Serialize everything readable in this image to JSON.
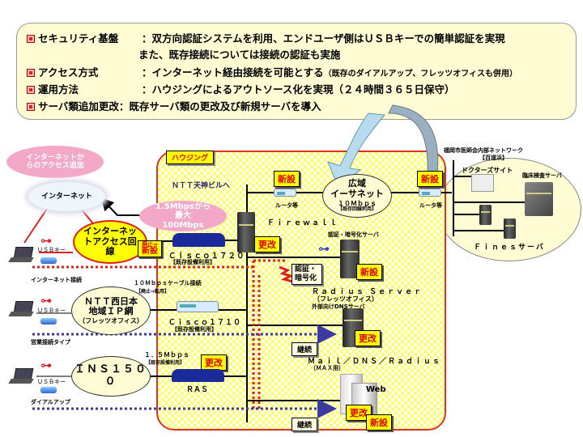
{
  "summary": {
    "lines": [
      {
        "label": "セキュリティ基盤",
        "text": "：双方向認証システムを利用、エンドユーザ側はＵＳＢキーでの簡単認証を実現"
      },
      {
        "label": "",
        "text": "また、既存接続については接続の認証も実施"
      },
      {
        "label": "アクセス方式",
        "text": "：インターネット経由接続を可能とする",
        "note": "（既存のダイアルアップ、フレッツオフィスも併用）"
      },
      {
        "label": "運用方法",
        "text": "：ハウジングによるアウトソース化を実現（２４時間３６５日保守）"
      },
      {
        "label": "サーバ類追加更改",
        "text": "：既存サーバ類の更改及び新規サーバを導入"
      }
    ]
  },
  "housing": {
    "label": "ハウジング",
    "ntt_tenjin": "ＮＴＴ天神ビルへ"
  },
  "internet": {
    "add_label": "インターネットからのアクセス追加",
    "cloud": "インターネット",
    "speed": "1.5Mbpsから最大100Mbps",
    "line": "インターネットアクセス回線",
    "line_badge_top": "廃止⇒",
    "line_badge": "新設"
  },
  "cisco1720": {
    "name": "Ｃｉｓｃｏ１７２０",
    "note": "【既存設備利用】"
  },
  "firewall": {
    "name": "Ｆｉｒｅｗａｌｌ",
    "badge": "更改"
  },
  "router_left": {
    "badge": "新設",
    "label": "ルータ等"
  },
  "wan": {
    "name1": "広域",
    "name2": "イーサネット",
    "speed": "１０Ｍｂｐｓ",
    "note": "【既存回線利用】"
  },
  "router_right": {
    "badge": "新設",
    "label": "ルータ等"
  },
  "auth_server": {
    "label": "認証・暗号化サーバ",
    "badge": "新設",
    "box": "認証・暗号化"
  },
  "radius": {
    "name": "Ｒａｄｉｕｓ Ｓｅｒｖｅｒ",
    "sub": "（フレッツオフィス）",
    "dns": "外部向けDNSサーバ",
    "badge": "更改",
    "box": "継続"
  },
  "mail": {
    "name": "Ｍａｉｌ／ＤＮＳ／Ｒａｄｉｕｓ",
    "sub": "（ＭＡＸ用）"
  },
  "web": {
    "name": "Web",
    "badge1": "更改",
    "badge2": "新設",
    "box": "継続"
  },
  "clients": {
    "usb_key": "ＵＳＢキー",
    "internet_conn": "インターネット接続",
    "business_type": "営業接続タイプ",
    "dialup": "ダイアルアップ"
  },
  "flets": {
    "name1": "ＮＴＴ西日本",
    "name2": "地域ＩＰ網",
    "name3": "（フレッツオフィス）",
    "speed": "１０Ｍｂｐｓケーブル接続",
    "note": "【廃止⇒転用】"
  },
  "cisco1710": {
    "name": "Ｃｉｓｃｏ１７１０",
    "note": "【既存設備利用】"
  },
  "ins": {
    "name": "ＩＮＳ１５００",
    "speed": "１．５Ｍｂｐｓ",
    "note": "【既存設備利用】",
    "badge": "更改",
    "ras": "ＲＡＳ"
  },
  "internal": {
    "title": "福岡市医師会内部ネットワーク",
    "place": "【百道浜】",
    "doctors": "ドクターズサイト",
    "lab": "臨床検査サーバ",
    "fines": "Ｆｉｎｅｓサーバ"
  }
}
